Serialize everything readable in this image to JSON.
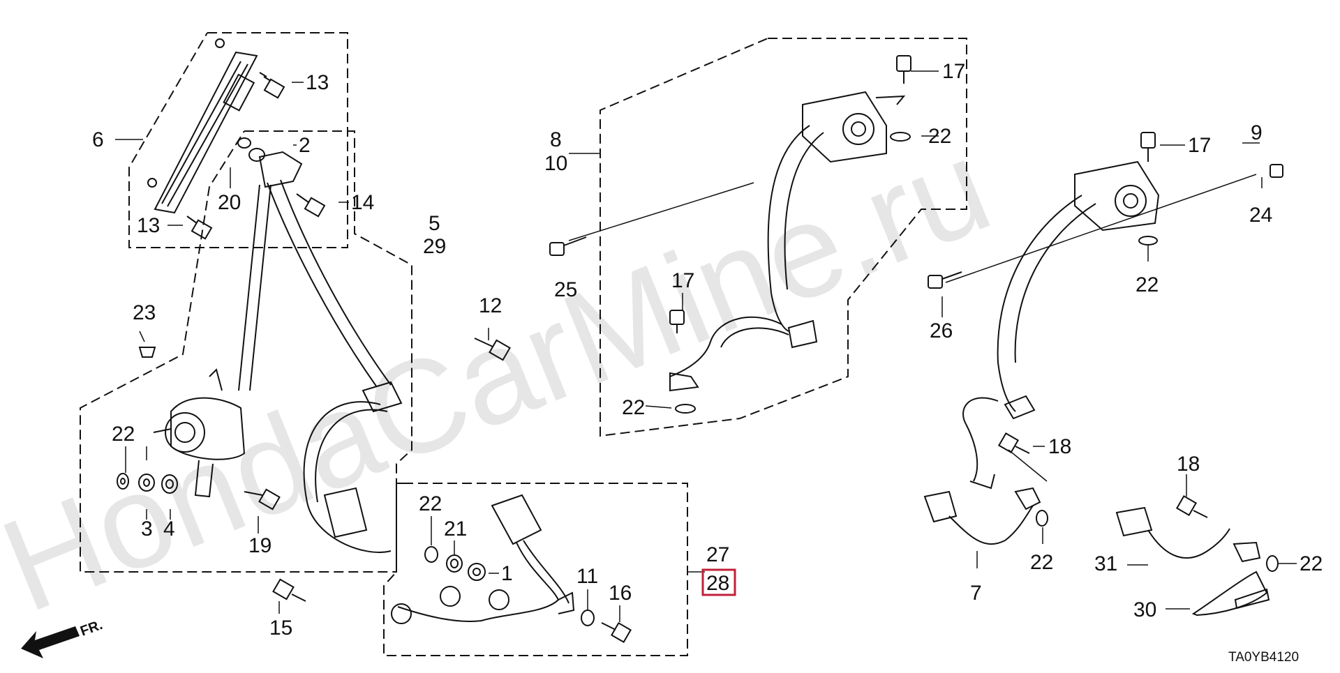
{
  "watermark": "HondaCarMine.ru",
  "diagram_code": "TA0YB4120",
  "front_indicator": "FR.",
  "highlight_color": "#c0203a",
  "highlighted_part": "28",
  "callouts": {
    "c1": "1",
    "c2": "2",
    "c3": "3",
    "c4": "4",
    "c5": "5",
    "c6": "6",
    "c7": "7",
    "c8": "8",
    "c9": "9",
    "c10": "10",
    "c11": "11",
    "c12": "12",
    "c13a": "13",
    "c13b": "13",
    "c14": "14",
    "c15": "15",
    "c16": "16",
    "c17a": "17",
    "c17b": "17",
    "c17c": "17",
    "c18a": "18",
    "c18b": "18",
    "c19": "19",
    "c20": "20",
    "c21": "21",
    "c22a": "22",
    "c22b": "22",
    "c22c": "22",
    "c22d": "22",
    "c22e": "22",
    "c22f": "22",
    "c22g": "22",
    "c23": "23",
    "c24": "24",
    "c25": "25",
    "c26": "26",
    "c27": "27",
    "c28": "28",
    "c29": "29",
    "c30": "30",
    "c31": "31"
  }
}
